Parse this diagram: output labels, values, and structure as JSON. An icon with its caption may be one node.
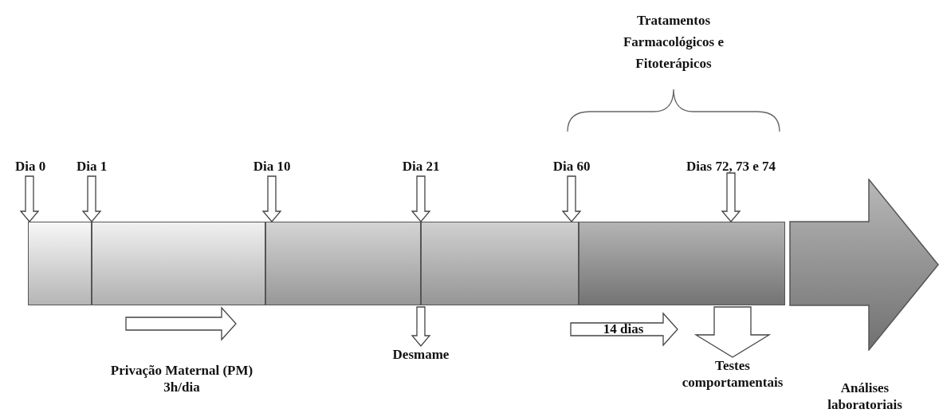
{
  "diagram": {
    "nodes": [
      {
        "text": [],
        "shape": "box"
      },
      {
        "text": [],
        "shape": "box"
      },
      {
        "text": [],
        "shape": "box"
      },
      {
        "text": [],
        "shape": "box"
      },
      {
        "text": [],
        "shape": "box"
      },
      {
        "text": [],
        "shape": "arrow",
        "beside": [
          "Análises laboratoriais"
        ]
      },
      {
        "text": [
          "Dia 0"
        ]
      },
      {
        "text": [
          "Dia 1"
        ]
      },
      {
        "text": [
          "Dia 10"
        ]
      },
      {
        "text": [
          "Dia 21"
        ]
      },
      {
        "text": [
          "Dia 60"
        ]
      },
      {
        "text": [
          "Dias 72, 73 e 74"
        ]
      },
      {
        "text": [
          "Desmame"
        ]
      },
      {
        "text": [
          "Testes comportamentais"
        ]
      }
    ],
    "edges": [
      {
        "from": 6,
        "to": 0,
        "arrow": "to"
      },
      {
        "from": 7,
        "to": 1,
        "arrow": "to"
      },
      {
        "from": 8,
        "to": 2,
        "arrow": "to"
      },
      {
        "from": 9,
        "to": 3,
        "arrow": "to"
      },
      {
        "from": 10,
        "to": 4,
        "arrow": "to"
      },
      {
        "from": 11,
        "to": 4,
        "arrow": "to"
      },
      {
        "from": 3,
        "to": 12,
        "arrow": "to"
      },
      {
        "from": 4,
        "to": 13,
        "arrow": "to"
      }
    ],
    "labels": [
      "Tratamentos Farmacológicos e Fitoterápicos",
      "Privação Maternal (PM) 3h/dia",
      "14 dias"
    ]
  }
}
